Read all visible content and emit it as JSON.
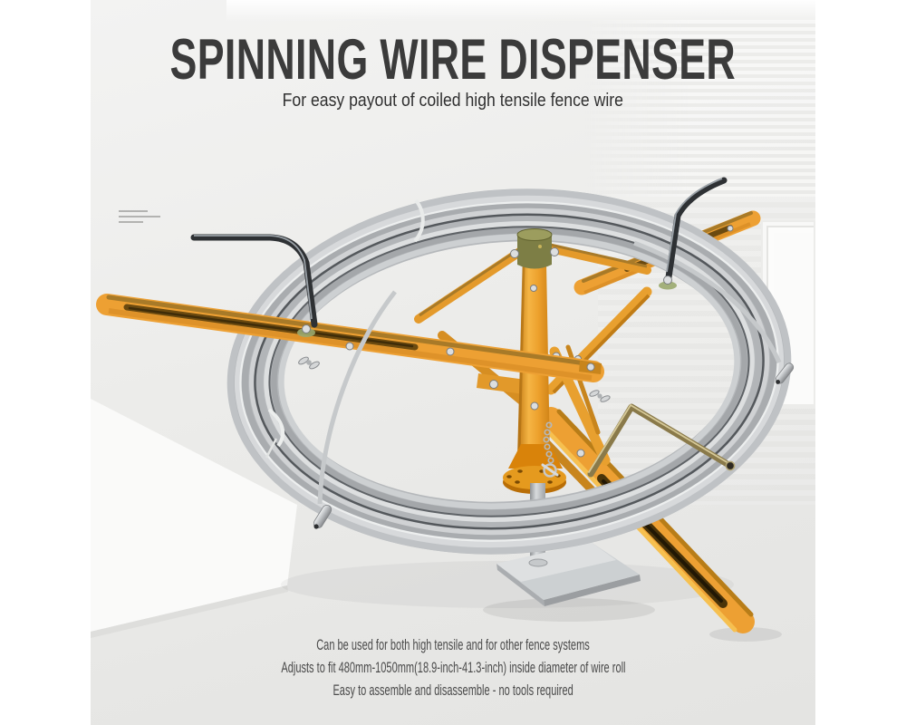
{
  "page": {
    "canvas_bg": "#ffffff",
    "photo_bg": "#ededeb"
  },
  "hero": {
    "title": "SPINNING WIRE DISPENSER",
    "subtitle": "For easy payout of coiled high tensile fence wire",
    "title_color": "#3b3b3b"
  },
  "features": [
    "Can be used for both high tensile and for other fence systems",
    "Adjusts to fit 480mm-1050mm(18.9-inch-41.3-inch) inside diameter of wire roll",
    "Easy to assemble and disassemble - no tools required"
  ],
  "product": {
    "name": "Spinning wire dispenser loaded with coiled high tensile fence wire",
    "frame_color": "#eda033",
    "frame_shadow_color": "#c07c16",
    "wire_color": "#b5b8bb",
    "hub_color": "#7d7e45",
    "flange_color": "#e59a1e",
    "rod_color": "#2e3134",
    "brass_rod_color": "#8a7a4a",
    "base_plate_color": "#ccd0d2"
  }
}
